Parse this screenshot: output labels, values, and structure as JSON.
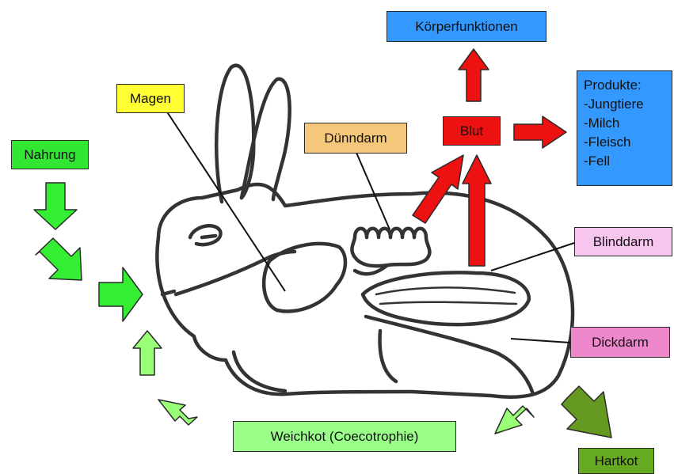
{
  "labels": {
    "nahrung": "Nahrung",
    "magen": "Magen",
    "duenndarm": "Dünndarm",
    "blut": "Blut",
    "koerperfunktionen": "Körperfunktionen",
    "produkte": {
      "title": "Produkte:",
      "items": [
        "-Jungtiere",
        "-Milch",
        "-Fleisch",
        "-Fell"
      ]
    },
    "blinddarm": "Blinddarm",
    "dickdarm": "Dickdarm",
    "weichkot": "Weichkot (Coecotrophie)",
    "hartkot": "Hartkot"
  },
  "colors": {
    "nahrung": "#33e633",
    "magen": "#ffff33",
    "duenndarm": "#f5c77a",
    "blut": "#ee1111",
    "koerperfunktionen": "#3399ff",
    "produkte": "#3399ff",
    "blinddarm": "#f7c6ee",
    "dickdarm": "#ee88cc",
    "weichkot": "#99ff88",
    "hartkot": "#66aa22",
    "arrow_green_bright": "#33ee33",
    "arrow_green_light": "#99ff77",
    "arrow_green_dark": "#669922",
    "arrow_red": "#ee1111",
    "outline": "#2a2a2a"
  }
}
